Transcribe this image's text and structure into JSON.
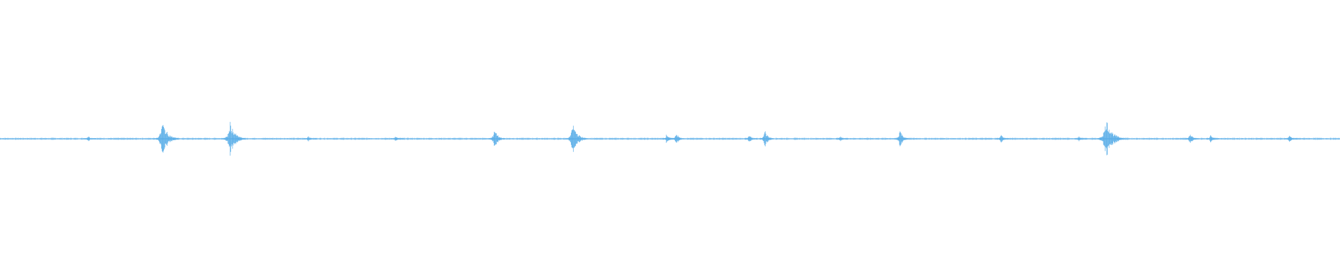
{
  "waveform": {
    "color": "#5aaee8",
    "background": "#ffffff",
    "duration_fraction_events": [
      {
        "t": 0.0655,
        "amp": 0.012
      },
      {
        "t": 0.1212,
        "amp": 0.065
      },
      {
        "t": 0.1718,
        "amp": 0.062
      },
      {
        "t": 0.23,
        "amp": 0.01
      },
      {
        "t": 0.295,
        "amp": 0.01
      },
      {
        "t": 0.369,
        "amp": 0.042
      },
      {
        "t": 0.4275,
        "amp": 0.058
      },
      {
        "t": 0.4975,
        "amp": 0.02
      },
      {
        "t": 0.5045,
        "amp": 0.025
      },
      {
        "t": 0.559,
        "amp": 0.015
      },
      {
        "t": 0.5705,
        "amp": 0.038
      },
      {
        "t": 0.627,
        "amp": 0.01
      },
      {
        "t": 0.6715,
        "amp": 0.038
      },
      {
        "t": 0.747,
        "amp": 0.018
      },
      {
        "t": 0.805,
        "amp": 0.01
      },
      {
        "t": 0.8255,
        "amp": 0.075
      },
      {
        "t": 0.888,
        "amp": 0.022
      },
      {
        "t": 0.9035,
        "amp": 0.02
      },
      {
        "t": 0.962,
        "amp": 0.014
      }
    ]
  }
}
